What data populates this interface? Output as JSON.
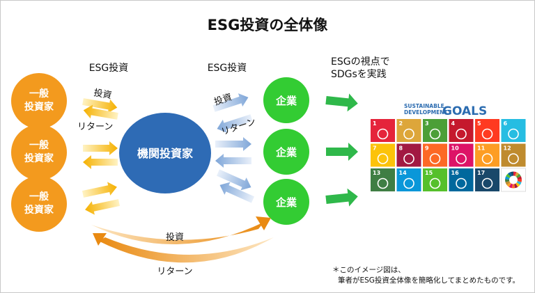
{
  "title": "ESG投資の全体像",
  "labels": {
    "esg_invest_left": "ESG投資",
    "esg_invest_mid": "ESG投資",
    "sdg_view_line1": "ESGの視点で",
    "sdg_view_line2": "SDGsを実践",
    "invest_top": "投資",
    "return_top": "リターン",
    "invest_mid": "投資",
    "return_mid": "リターン",
    "invest_bottom": "投資",
    "return_bottom": "リターン"
  },
  "individuals": [
    {
      "line1": "一般",
      "line2": "投資家"
    },
    {
      "line1": "一般",
      "line2": "投資家"
    },
    {
      "line1": "一般",
      "line2": "投資家"
    }
  ],
  "institution": "機関投資家",
  "companies": [
    "企業",
    "企業",
    "企業"
  ],
  "sdgs": {
    "header_line1": "SUSTAINABLE",
    "header_line2": "DEVELOPMENT",
    "header_goals": "GOALS",
    "tiles": [
      {
        "num": "1",
        "color": "#e5243b"
      },
      {
        "num": "2",
        "color": "#dda63a"
      },
      {
        "num": "3",
        "color": "#4c9f38"
      },
      {
        "num": "4",
        "color": "#c5192d"
      },
      {
        "num": "5",
        "color": "#ff3a21"
      },
      {
        "num": "6",
        "color": "#26bde2"
      },
      {
        "num": "7",
        "color": "#fcc30b"
      },
      {
        "num": "8",
        "color": "#a21942"
      },
      {
        "num": "9",
        "color": "#fd6925"
      },
      {
        "num": "10",
        "color": "#dd1367"
      },
      {
        "num": "11",
        "color": "#fd9d24"
      },
      {
        "num": "12",
        "color": "#bf8b2e"
      },
      {
        "num": "13",
        "color": "#3f7e44"
      },
      {
        "num": "14",
        "color": "#0a97d9"
      },
      {
        "num": "15",
        "color": "#56c02b"
      },
      {
        "num": "16",
        "color": "#00689d"
      },
      {
        "num": "17",
        "color": "#19486a"
      },
      {
        "num": "",
        "color": "#ffffff"
      }
    ]
  },
  "note_line1": "＊このイメージ図は、",
  "note_line2": "筆者がESG投資全体像を簡略化してまとめたものです。",
  "colors": {
    "orange": "#f39a1e",
    "green": "#33cc33",
    "blue": "#2e6bb5",
    "arrow_yellow": "#f5b41e",
    "arrow_blue": "#8aaedc",
    "arrow_green": "#2fb84a"
  }
}
